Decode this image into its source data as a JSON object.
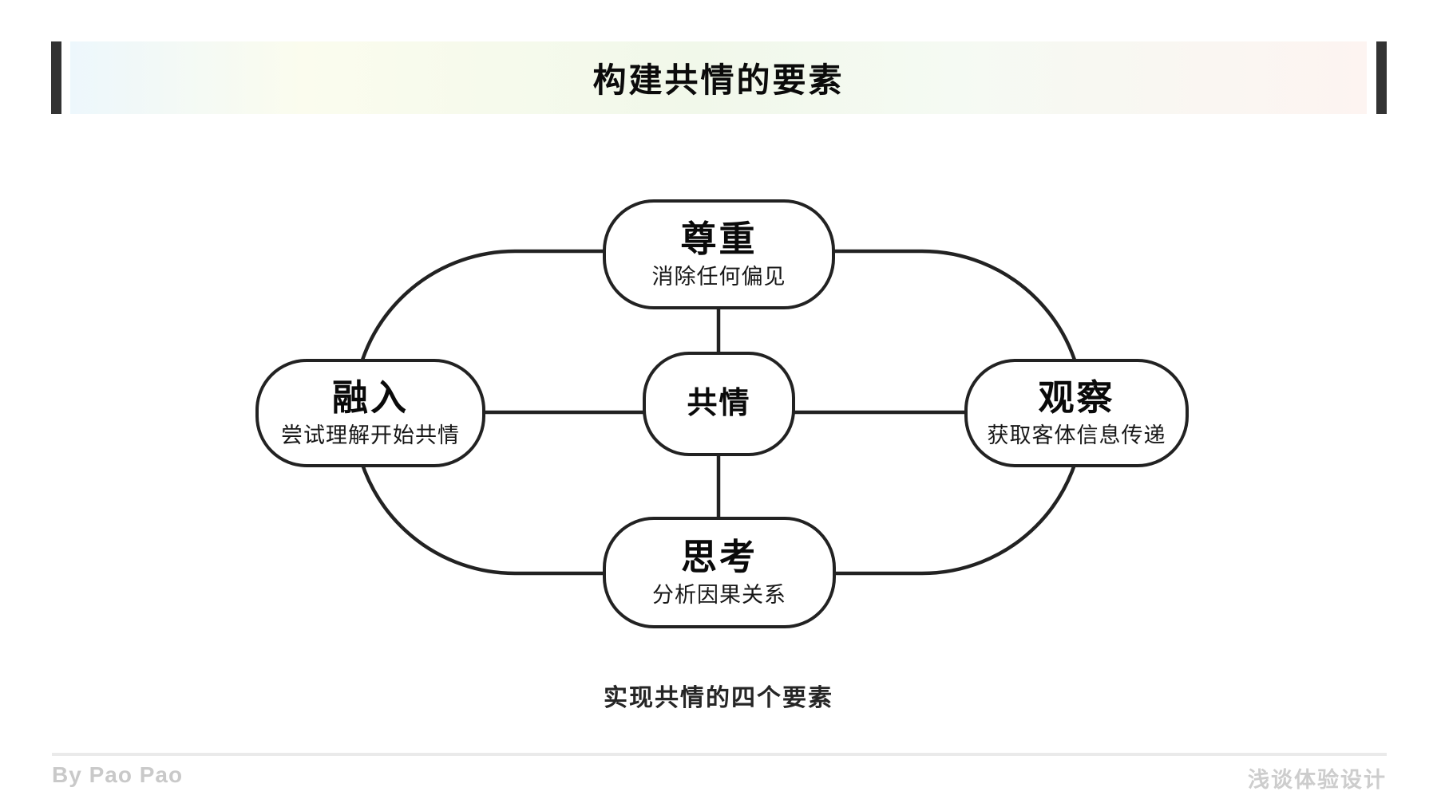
{
  "banner": {
    "title": "构建共情的要素"
  },
  "diagram": {
    "center": {
      "title": "共情"
    },
    "nodes": [
      {
        "position": "top",
        "title": "尊重",
        "subtitle": "消除任何偏见"
      },
      {
        "position": "left",
        "title": "融入",
        "subtitle": "尝试理解开始共情"
      },
      {
        "position": "right",
        "title": "观察",
        "subtitle": "获取客体信息传递"
      },
      {
        "position": "bottom",
        "title": "思考",
        "subtitle": "分析因果关系"
      }
    ],
    "caption": "实现共情的四个要素"
  },
  "footer": {
    "author": "By Pao Pao",
    "brand": "浅谈体验设计"
  },
  "colors": {
    "line": "#222222",
    "node_fill": "#ffffff",
    "accent_bar": "#333333",
    "divider": "#eaeaea",
    "footer_text": "#c9c9c9",
    "banner_gradient_left": "#edf7fc",
    "banner_gradient_mid": "#f1f8ea",
    "banner_gradient_right": "#fdf4f1"
  }
}
